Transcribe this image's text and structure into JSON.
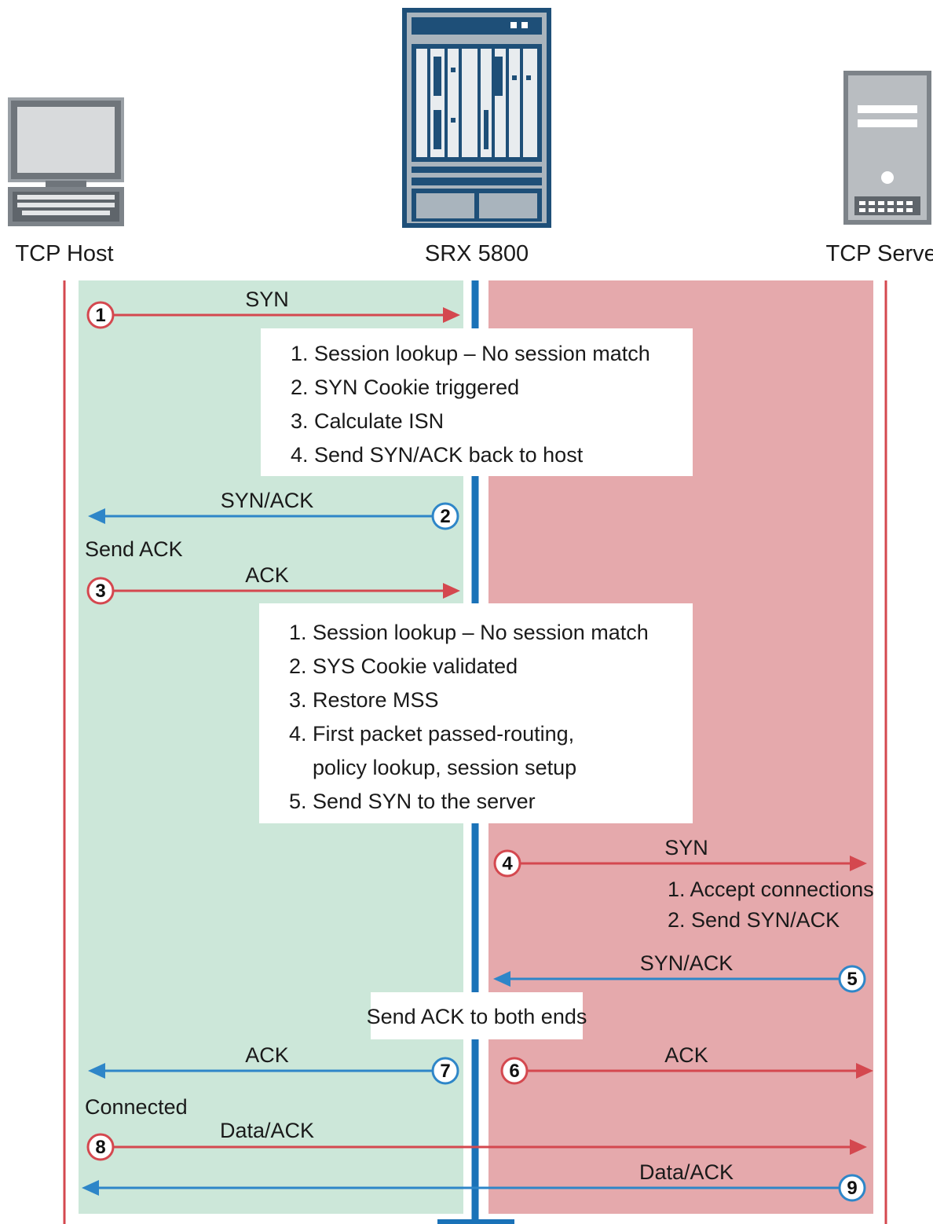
{
  "actors": {
    "host": {
      "label": "TCP Host",
      "icon": "desktop-computer-icon"
    },
    "firewall": {
      "label": "SRX 5800",
      "icon": "srx-chassis-icon"
    },
    "server": {
      "label": "TCP Server",
      "icon": "tower-server-icon"
    }
  },
  "colors": {
    "zone_left": "#cce7d9",
    "zone_right": "#e5a9ac",
    "arrow_red": "#d4484f",
    "arrow_blue": "#2e86c8",
    "firewall_line": "#1a72b8",
    "chassis": "#1e4f78"
  },
  "messages": [
    {
      "step": "1",
      "label": "SYN",
      "color": "red",
      "direction": "right"
    },
    {
      "step": "2",
      "label": "SYN/ACK",
      "color": "blue",
      "direction": "left"
    },
    {
      "step": "3",
      "label": "ACK",
      "color": "red",
      "direction": "right"
    },
    {
      "step": "4",
      "label": "SYN",
      "color": "red",
      "direction": "right"
    },
    {
      "step": "5",
      "label": "SYN/ACK",
      "color": "blue",
      "direction": "left"
    },
    {
      "step": "6",
      "label": "ACK",
      "color": "red",
      "direction": "right"
    },
    {
      "step": "7",
      "label": "ACK",
      "color": "blue",
      "direction": "left"
    },
    {
      "step": "8",
      "label": "Data/ACK",
      "color": "red",
      "direction": "right"
    },
    {
      "step": "9",
      "label": "Data/ACK",
      "color": "blue",
      "direction": "left"
    }
  ],
  "notes": {
    "box1": [
      "1. Session lookup – No session match",
      "2. SYN Cookie triggered",
      "3. Calculate ISN",
      "4. Send SYN/ACK back to host"
    ],
    "box2": [
      "1. Session lookup – No session match",
      "2. SYS Cookie validated",
      "3. Restore MSS",
      "4. First packet passed-routing,",
      "    policy lookup, session setup",
      "5. Send SYN to the server"
    ],
    "server_steps": [
      "1. Accept connections",
      "2. Send SYN/ACK"
    ],
    "both_ends": "Send ACK to both ends",
    "send_ack": "Send ACK",
    "connected": "Connected"
  }
}
